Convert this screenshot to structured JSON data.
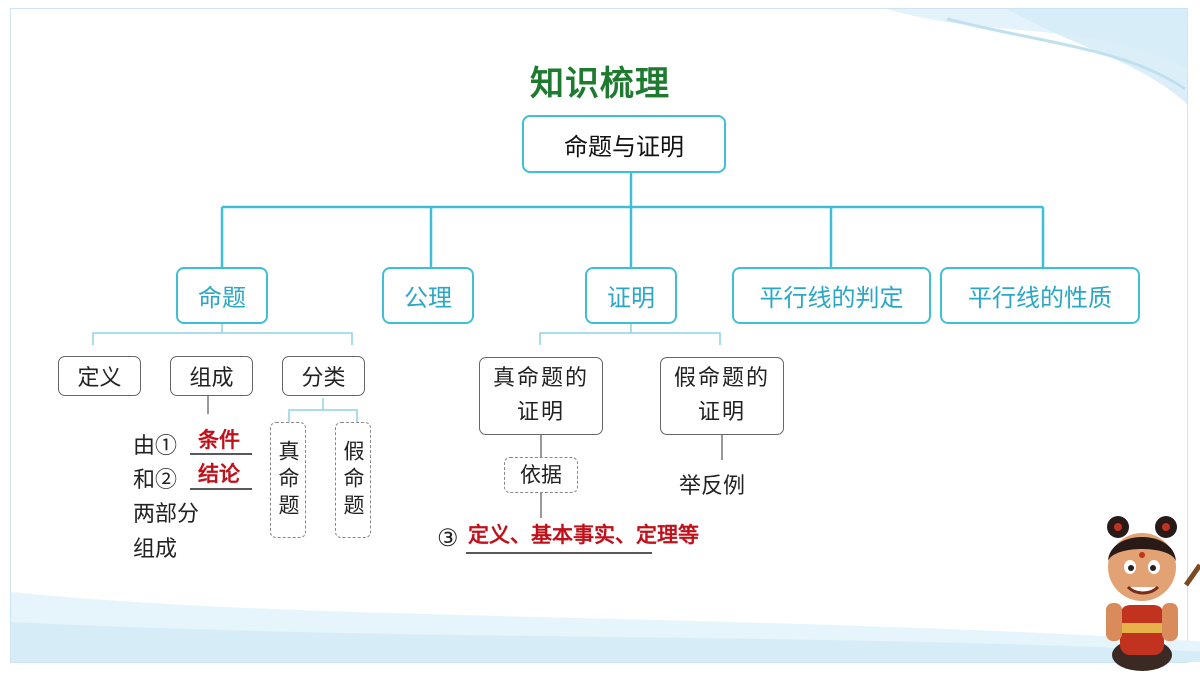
{
  "title": "知识梳理",
  "root": "命题与证明",
  "branches": [
    "命题",
    "公理",
    "证明",
    "平行线的判定",
    "平行线的性质"
  ],
  "proposition": {
    "children": [
      "定义",
      "组成",
      "分类"
    ],
    "composition": {
      "line1_prefix": "由①",
      "line1_answer": "条件",
      "line2_prefix": "和②",
      "line2_answer": "结论",
      "line3": "两部分",
      "line4": "组成"
    },
    "classification": [
      "真命题",
      "假命题"
    ]
  },
  "proof": {
    "children": [
      "真命题的证明",
      "假命题的证明"
    ],
    "true_basis": "依据",
    "basis_answer_prefix": "③",
    "basis_answer": "定义、基本事实、定理等",
    "false_method": "举反例"
  },
  "colors": {
    "title": "#1e7a2e",
    "accent": "#3fbfd6",
    "answer": "#c0101a"
  }
}
